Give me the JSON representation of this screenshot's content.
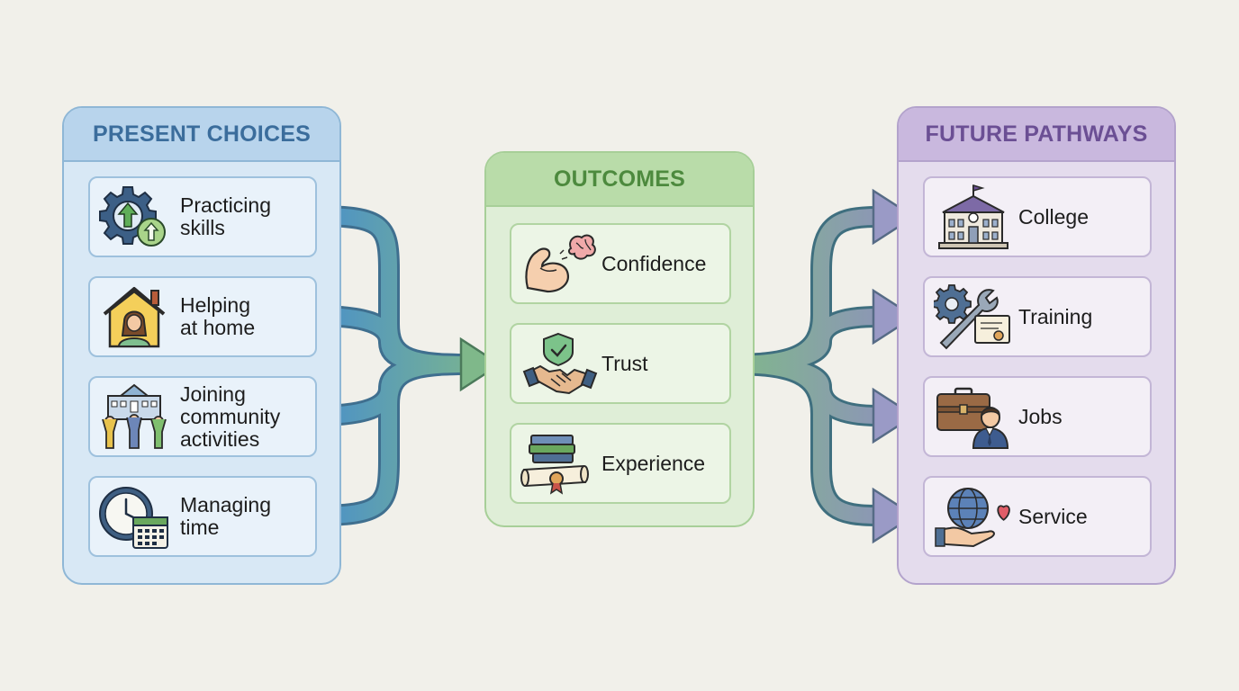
{
  "present": {
    "title": "PRESENT CHOICES",
    "items": [
      {
        "label": "Practicing\nskills",
        "icon": "gear-arrow-icon"
      },
      {
        "label": "Helping\nat home",
        "icon": "house-person-icon"
      },
      {
        "label": "Joining\ncommunity\nactivities",
        "icon": "community-people-icon"
      },
      {
        "label": "Managing\ntime",
        "icon": "clock-calendar-icon"
      }
    ]
  },
  "outcomes": {
    "title": "OUTCOMES",
    "items": [
      {
        "label": "Confidence",
        "icon": "muscle-brain-icon"
      },
      {
        "label": "Trust",
        "icon": "handshake-shield-icon"
      },
      {
        "label": "Experience",
        "icon": "books-diploma-icon"
      }
    ]
  },
  "future": {
    "title": "FUTURE PATHWAYS",
    "items": [
      {
        "label": "College",
        "icon": "college-building-icon"
      },
      {
        "label": "Training",
        "icon": "tools-certificate-icon"
      },
      {
        "label": "Jobs",
        "icon": "briefcase-worker-icon"
      },
      {
        "label": "Service",
        "icon": "globe-heart-hand-icon"
      }
    ]
  },
  "colors": {
    "present": "#3b6d9c",
    "outcomes": "#4d8a3e",
    "future": "#6b4f94"
  }
}
